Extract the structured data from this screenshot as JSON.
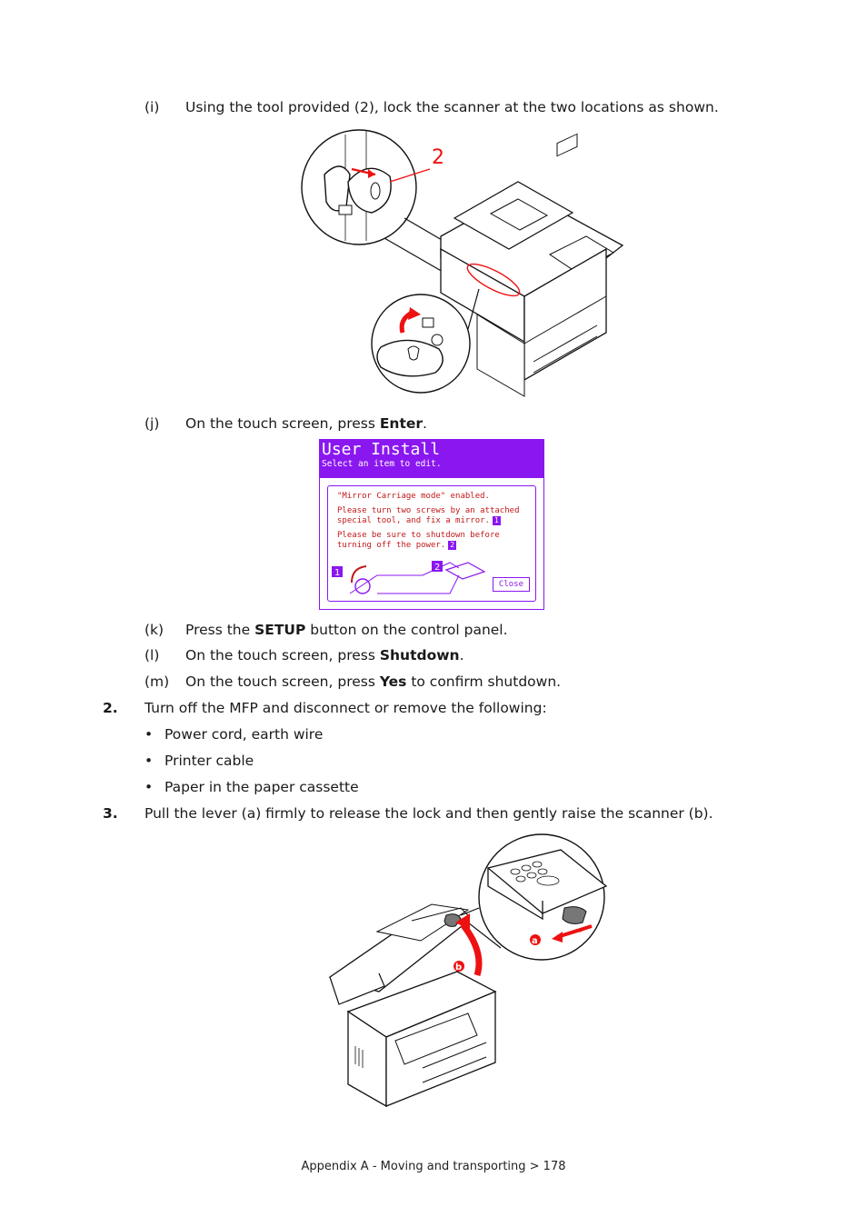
{
  "steps": {
    "i": {
      "label": "(i)",
      "text": "Using the tool provided (2), lock the scanner at the two locations as shown."
    },
    "j": {
      "label": "(j)",
      "pre": "On the touch screen, press ",
      "bold": "Enter",
      "post": "."
    },
    "k": {
      "label": "(k)",
      "pre": "Press the ",
      "bold": "SETUP",
      "post": " button on the control panel."
    },
    "l": {
      "label": "(l)",
      "pre": "On the touch screen, press ",
      "bold": "Shutdown",
      "post": "."
    },
    "m": {
      "label": "(m)",
      "pre": "On the touch screen, press ",
      "bold": "Yes",
      "post": " to confirm shutdown."
    },
    "s2": {
      "label": "2.",
      "text": "Turn off the MFP and disconnect or remove the following:"
    },
    "bullets": [
      "Power cord, earth wire",
      "Printer cable",
      "Paper in the paper cassette"
    ],
    "s3": {
      "label": "3.",
      "text": "Pull the lever (a) firmly to release the lock and then gently raise the scanner (b)."
    }
  },
  "figure1": {
    "callout": "2"
  },
  "screen": {
    "title": "User Install",
    "subtitle": "Select an item to edit.",
    "lines": [
      "\"Mirror Carriage mode\" enabled.",
      "Please turn two screws by an attached",
      "special tool, and fix a mirror.",
      "Please be sure to shutdown before",
      "turning off the power."
    ],
    "badge1": "1",
    "badge2": "2",
    "close_label": "Close",
    "colors": {
      "accent": "#8a17f0",
      "text": "#c21818",
      "badge": "#8a17f0"
    }
  },
  "figure3": {
    "label_a": "a",
    "label_b": "b"
  },
  "footer": "Appendix A - Moving and transporting > 178"
}
